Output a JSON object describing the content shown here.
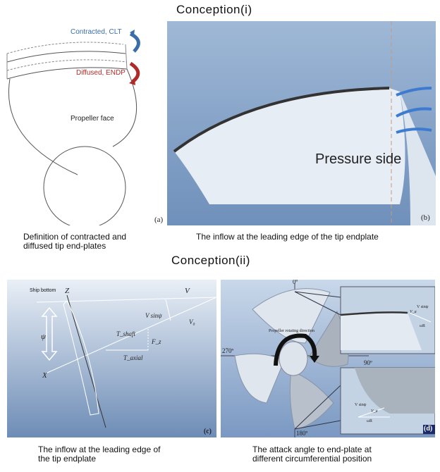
{
  "titles": {
    "conception_i": "Conception(i)",
    "conception_ii": "Conception(ii)"
  },
  "panel_a": {
    "label": "(a)",
    "contracted": "Contracted, CLT",
    "diffused": "Diffused, ENDP",
    "face": "Propeller face",
    "caption_1": "Definition of contracted and",
    "caption_2": "diffused tip end-plates",
    "colors": {
      "contracted": "#3a6ea8",
      "diffused": "#b02a2a"
    }
  },
  "panel_b": {
    "label": "(b)",
    "pressure_side": "Pressure side",
    "caption": "The inflow at the leading edge of the tip endplate"
  },
  "panel_c": {
    "label": "(c)",
    "ship_bottom": "Ship bottom",
    "z": "Z",
    "x": "X",
    "v": "V",
    "v_sin": "V sinψ",
    "v0": "V₀",
    "psi": "ψ",
    "t_shaft": "T_shaft",
    "t_axial": "T_axial",
    "fz": "F_z",
    "caption_1": "The inflow at the leading edge of",
    "caption_2": "the tip endplate"
  },
  "panel_d": {
    "label": "(d)",
    "deg0": "0º",
    "deg90": "90º",
    "deg180": "180º",
    "deg270": "270º",
    "rotating": "Propeller rotating direction",
    "v_sin": "V sinψ",
    "va": "V_a",
    "wr": "ωR",
    "caption_1": "The attack angle to end-plate at",
    "caption_2": "different circumferential position"
  }
}
